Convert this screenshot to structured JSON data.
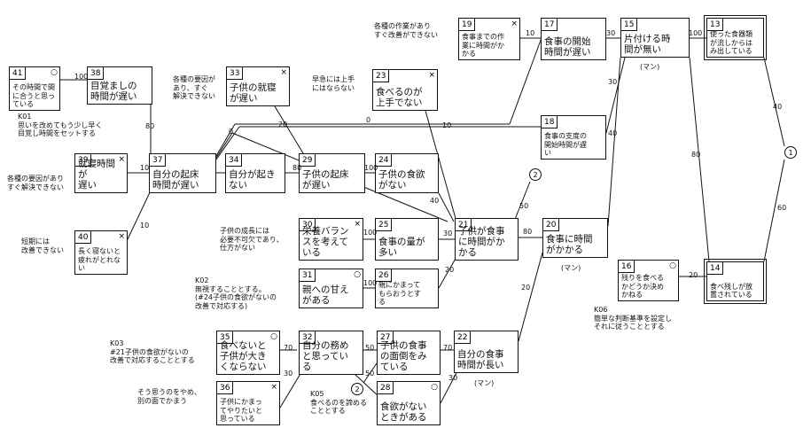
{
  "nodes": {
    "n41": {
      "id": "41",
      "mark": "○",
      "text": "その時間で間\nに合うと思っ\nている"
    },
    "n38": {
      "id": "38",
      "text": "目覚ましの\n時間が遅い"
    },
    "n33": {
      "id": "33",
      "mark": "×",
      "text": "子供の就寝\nが遅い"
    },
    "n23": {
      "id": "23",
      "mark": "×",
      "text": "食べるのが\n上手でない"
    },
    "n19": {
      "id": "19",
      "mark": "×",
      "text": "食事までの作\n業に時間がか\nかる"
    },
    "n17": {
      "id": "17",
      "text": "食事の開始\n時間が遅い"
    },
    "n15": {
      "id": "15",
      "text": "片付ける時\n間が無い"
    },
    "n13": {
      "id": "13",
      "text": "使った食器類\nが流しからは\nみ出している"
    },
    "n18": {
      "id": "18",
      "text": "食事の支度の\n開始時間が遅\nい"
    },
    "n39": {
      "id": "39",
      "mark": "×",
      "text": "就寝時間が\n遅い"
    },
    "n37": {
      "id": "37",
      "text": "自分の起床\n時間が遅い"
    },
    "n34": {
      "id": "34",
      "text": "自分が起き\nない"
    },
    "n29": {
      "id": "29",
      "text": "子供の起床\nが遅い"
    },
    "n24": {
      "id": "24",
      "text": "子供の食欲\nがない"
    },
    "n40": {
      "id": "40",
      "mark": "×",
      "text": "長く寝ないと\n疲れがとれな\nい"
    },
    "n30": {
      "id": "30",
      "mark": "×",
      "text": "栄養バラン\nスを考えて\nいる"
    },
    "n25": {
      "id": "25",
      "text": "食事の量が\n多い"
    },
    "n21": {
      "id": "21",
      "text": "子供が食事\nに時間がか\nかる"
    },
    "n20": {
      "id": "20",
      "text": "食事に時間\nがかかる"
    },
    "n31": {
      "id": "31",
      "mark": "○",
      "text": "親への甘え\nがある"
    },
    "n26": {
      "id": "26",
      "text": "親にかまって\nもらおうとす\nる"
    },
    "n16": {
      "id": "16",
      "mark": "○",
      "text": "残りを食べる\nかどうか決め\nかねる"
    },
    "n14": {
      "id": "14",
      "text": "食べ残しが放\n置されている"
    },
    "n35": {
      "id": "35",
      "mark": "○",
      "text": "食べないと\n子供が大き\nくならない"
    },
    "n32": {
      "id": "32",
      "text": "自分の務め\nと思ってい\nる"
    },
    "n27": {
      "id": "27",
      "text": "子供の食事\nの面倒をみ\nている"
    },
    "n22": {
      "id": "22",
      "text": "自分の食事\n時間が長い"
    },
    "n36": {
      "id": "36",
      "mark": "×",
      "text": "子供にかまっ\nてやりたいと\n思っている"
    },
    "n28": {
      "id": "28",
      "mark": "○",
      "text": "食欲がない\nときがある"
    }
  },
  "circles": {
    "c1": "1",
    "c2": "2"
  },
  "man": {
    "label": "(マン)"
  },
  "edges": {
    "e41_38": "100",
    "e38_37": "80",
    "e39_37": "10",
    "e40_37": "10",
    "e37_19": "0",
    "e37_21": "20",
    "e37_18": "0",
    "e23_21": "10",
    "e29_24": "100",
    "e34_29": "80",
    "e24_21": "40",
    "e19_17": "10",
    "e17_15": "30",
    "e15_13": "100",
    "e20_15": "30",
    "e18_15": "40",
    "e15_14": "80",
    "e13_c1": "40",
    "e14_c1": "60",
    "e16_14": "20",
    "ec2_21": "50",
    "e21_20": "80",
    "e30_25": "100",
    "e25_21": "30",
    "e31_26": "100",
    "e26_21": "20",
    "e22_20": "20",
    "e35_32": "70",
    "e36_32": "30",
    "e32_27": "50",
    "e32_28": "50",
    "e27_22": "70",
    "e28_22": "30"
  },
  "notes": {
    "n19": "各種の作業があり\nすぐ改善ができない",
    "n33": "各種の要因が\nあり、すぐ\n解決できない",
    "n23": "早急には上手\nにはならない",
    "k01": "K01\n思いを改めてもう少し早く\n目覚し時間をセットする",
    "n39": "各種の要因があり\nすぐ解決できない",
    "n40": "短期には\n改善できない",
    "n30": "子供の成長には\n必要不可欠であり、\n仕方がない",
    "k02": "K02\n無視することとする。\n(#24子供の食欲がないの\n改善で対応する)",
    "k06": "K06\n簡単な判断基準を設定し\nそれに従うこととする",
    "k03": "K03\n#21子供の食欲がないの\n改善で対応することとする",
    "n36": "そう思うのをやめ、\n別の面でかまう",
    "k05": "K05\n食べるのを諦める\nこととする"
  }
}
